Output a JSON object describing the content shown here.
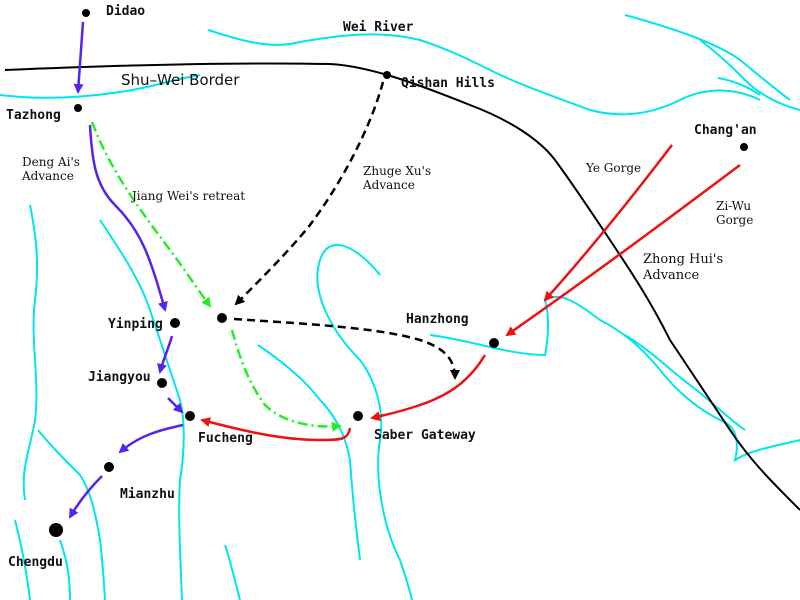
{
  "map": {
    "cities": {
      "didao": "Didao",
      "tazhong": "Tazhong",
      "qishan": "Qishan Hills",
      "changan": "Chang'an",
      "yinping": "Yinping",
      "jiangyou": "Jiangyou",
      "fucheng": "Fucheng",
      "hanzhong": "Hanzhong",
      "saber": "Saber Gateway",
      "mianzhu": "Mianzhu",
      "chengdu": "Chengdu"
    },
    "features": {
      "wei_river": "Wei River",
      "border": "Shu–Wei Border",
      "ye_gorge": "Ye Gorge",
      "ziwu_gorge_1": "Zi-Wu",
      "ziwu_gorge_2": "Gorge"
    },
    "routes": {
      "deng_ai_1": "Deng Ai's",
      "deng_ai_2": "Advance",
      "jiang_wei": "Jiang Wei's retreat",
      "zhuge_xu_1": "Zhuge Xu's",
      "zhuge_xu_2": "Advance",
      "zhong_hui_1": "Zhong Hui's",
      "zhong_hui_2": "Advance"
    },
    "colors": {
      "river": "#00e5ee",
      "border": "#000000",
      "deng_ai": "#5522ee",
      "jiang_wei": "#22ee22",
      "zhuge_xu": "#000000",
      "zhong_hui": "#ee1111"
    }
  }
}
